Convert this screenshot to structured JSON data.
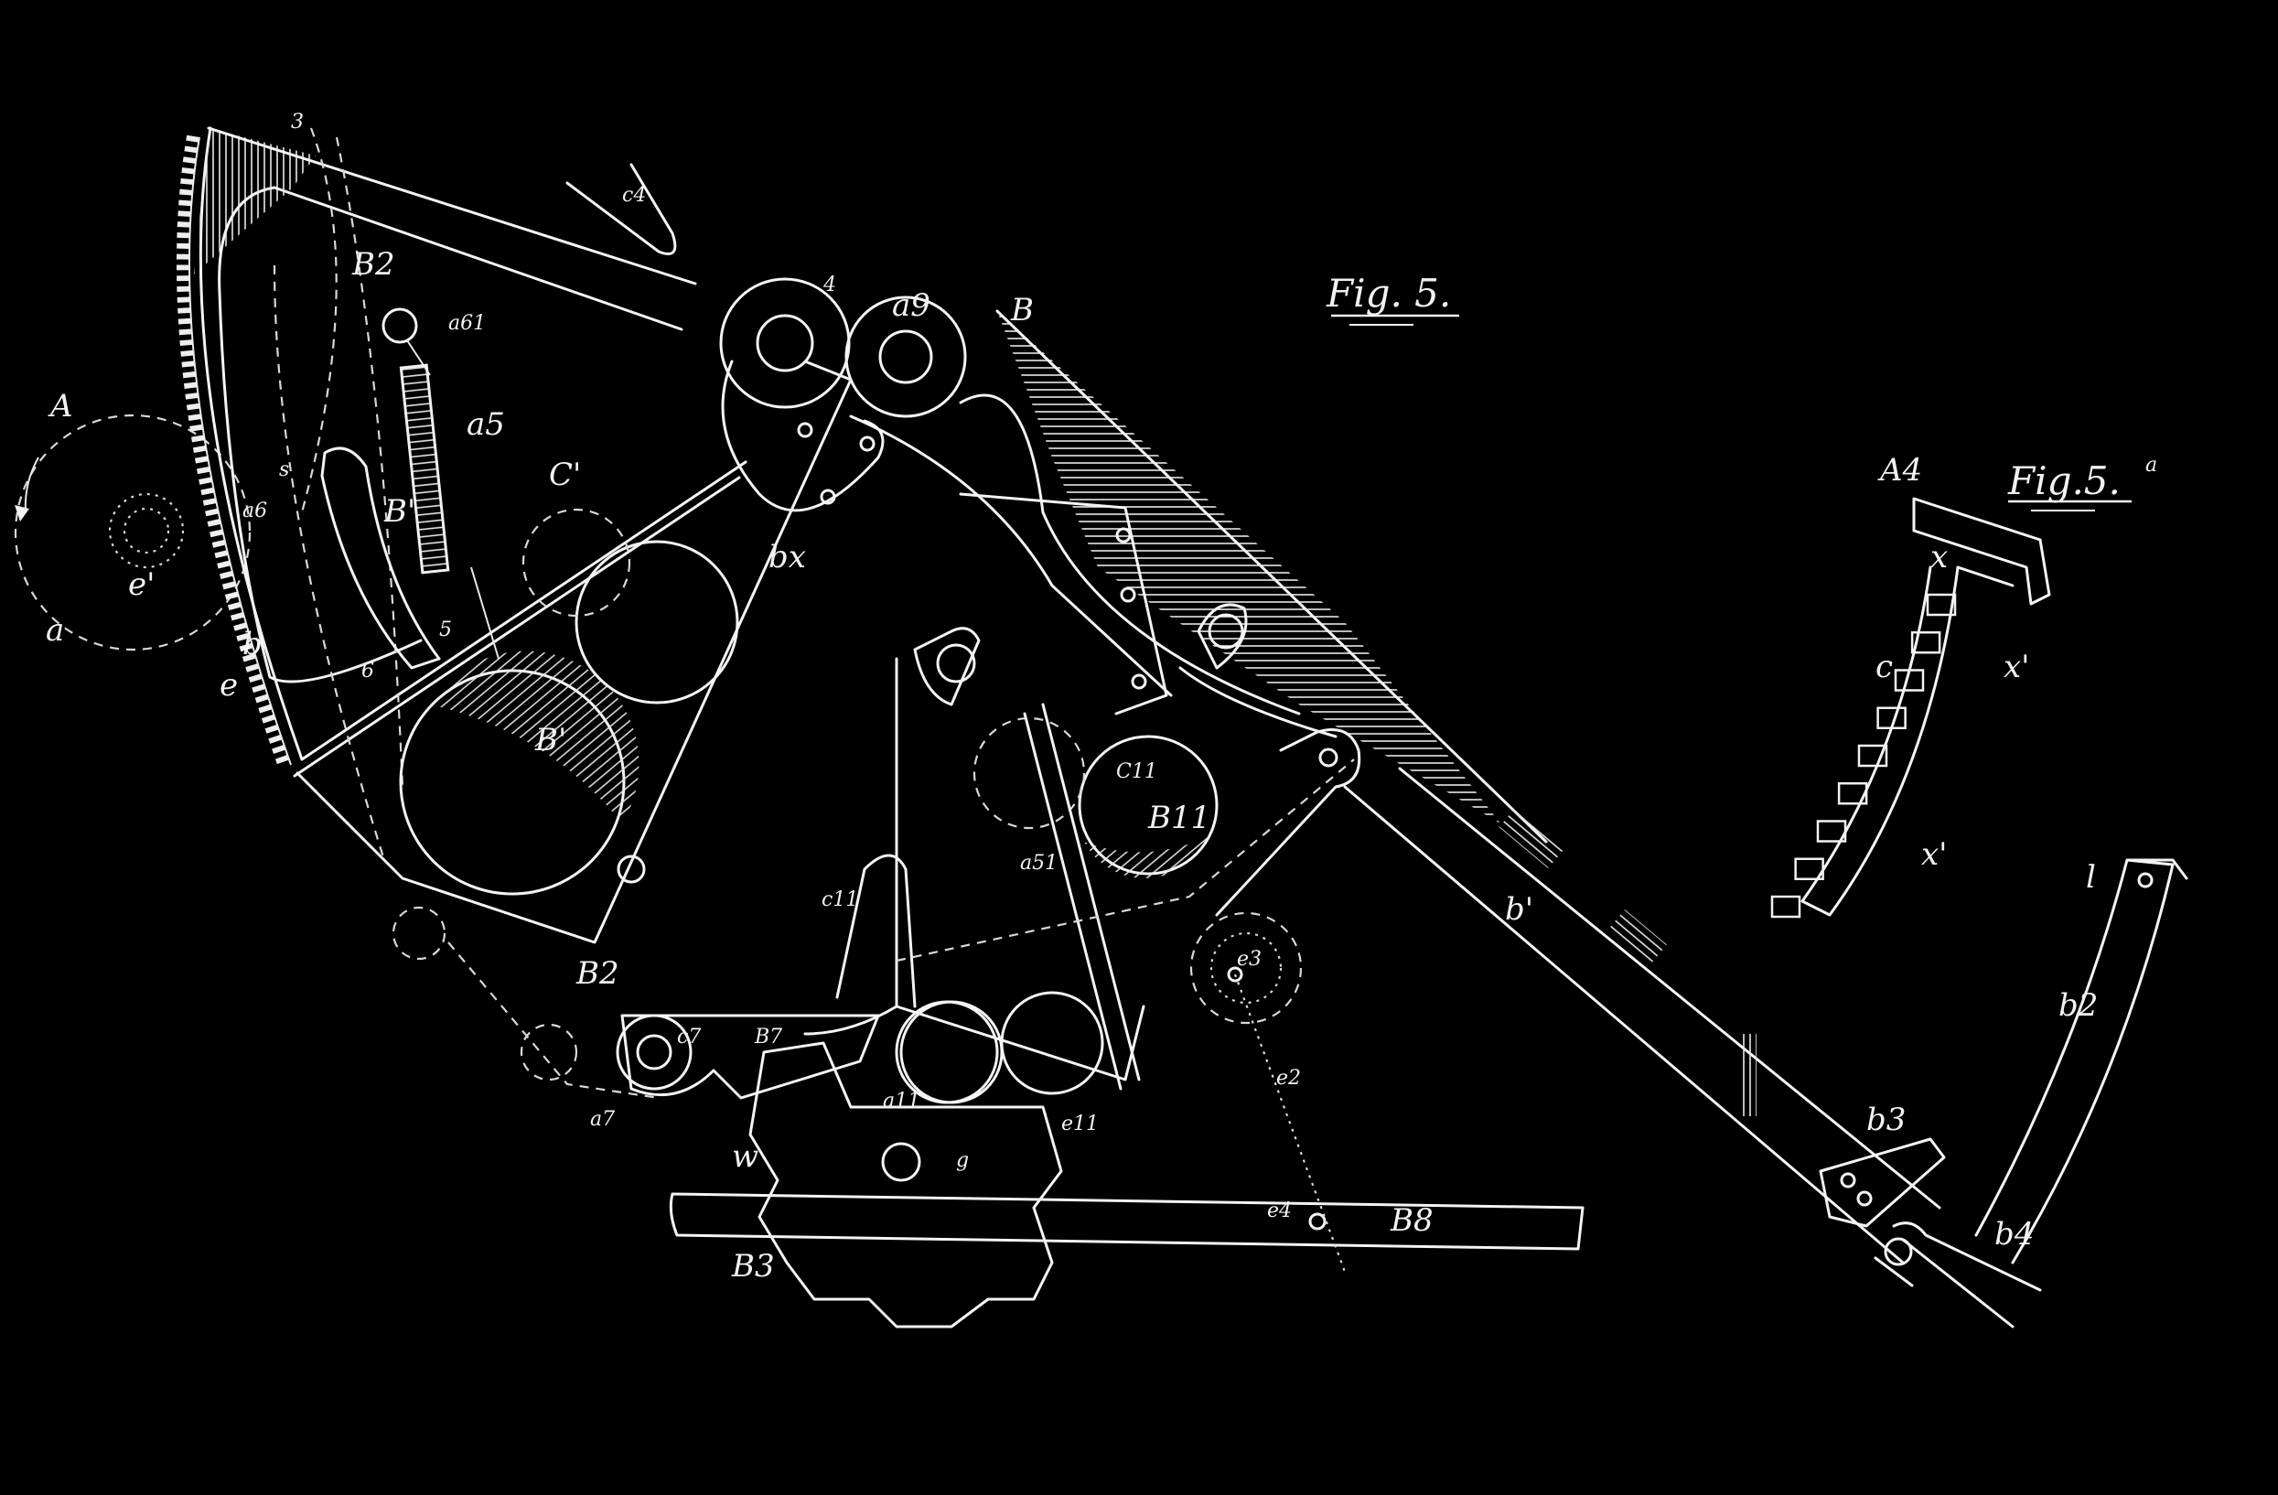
{
  "figures": {
    "fig5": "Fig. 5.",
    "fig5a": "Fig.5.",
    "fig5a_sup": "a"
  },
  "labels": [
    {
      "id": "A",
      "text": "A"
    },
    {
      "id": "a",
      "text": "a"
    },
    {
      "id": "e1",
      "text": "e'"
    },
    {
      "id": "a6",
      "text": "a6"
    },
    {
      "id": "s",
      "text": "s"
    },
    {
      "id": "b",
      "text": "b"
    },
    {
      "id": "e",
      "text": "e"
    },
    {
      "id": "6",
      "text": "6"
    },
    {
      "id": "5",
      "text": "5"
    },
    {
      "id": "3",
      "text": "3"
    },
    {
      "id": "B2-top",
      "text": "B2"
    },
    {
      "id": "a61",
      "text": "a61"
    },
    {
      "id": "a5",
      "text": "a5"
    },
    {
      "id": "B1-arm",
      "text": "B'"
    },
    {
      "id": "C1",
      "text": "C'"
    },
    {
      "id": "c4-top",
      "text": "c4"
    },
    {
      "id": "4",
      "text": "4"
    },
    {
      "id": "a9",
      "text": "a9"
    },
    {
      "id": "B",
      "text": "B"
    },
    {
      "id": "bx",
      "text": "bx"
    },
    {
      "id": "B1-circle",
      "text": "B'"
    },
    {
      "id": "C11",
      "text": "C11"
    },
    {
      "id": "B11",
      "text": "B11"
    },
    {
      "id": "a51",
      "text": "a51"
    },
    {
      "id": "c11-left",
      "text": "c11"
    },
    {
      "id": "B2-bottom",
      "text": "B2"
    },
    {
      "id": "c7",
      "text": "c7"
    },
    {
      "id": "B7",
      "text": "B7"
    },
    {
      "id": "a7",
      "text": "a7"
    },
    {
      "id": "a11",
      "text": "a11"
    },
    {
      "id": "e11",
      "text": "e11"
    },
    {
      "id": "w",
      "text": "w"
    },
    {
      "id": "g",
      "text": "g"
    },
    {
      "id": "e3",
      "text": "e3"
    },
    {
      "id": "e2",
      "text": "e2"
    },
    {
      "id": "e4",
      "text": "e4"
    },
    {
      "id": "B8",
      "text": "B8"
    },
    {
      "id": "B3",
      "text": "B3"
    },
    {
      "id": "b1",
      "text": "b'"
    },
    {
      "id": "b3",
      "text": "b3"
    },
    {
      "id": "b4",
      "text": "b4"
    },
    {
      "id": "b2",
      "text": "b2"
    },
    {
      "id": "l",
      "text": "l"
    },
    {
      "id": "A4",
      "text": "A4"
    },
    {
      "id": "x",
      "text": "x"
    },
    {
      "id": "c",
      "text": "c"
    },
    {
      "id": "x1-upper",
      "text": "x'"
    },
    {
      "id": "x1-lower",
      "text": "x'"
    }
  ]
}
